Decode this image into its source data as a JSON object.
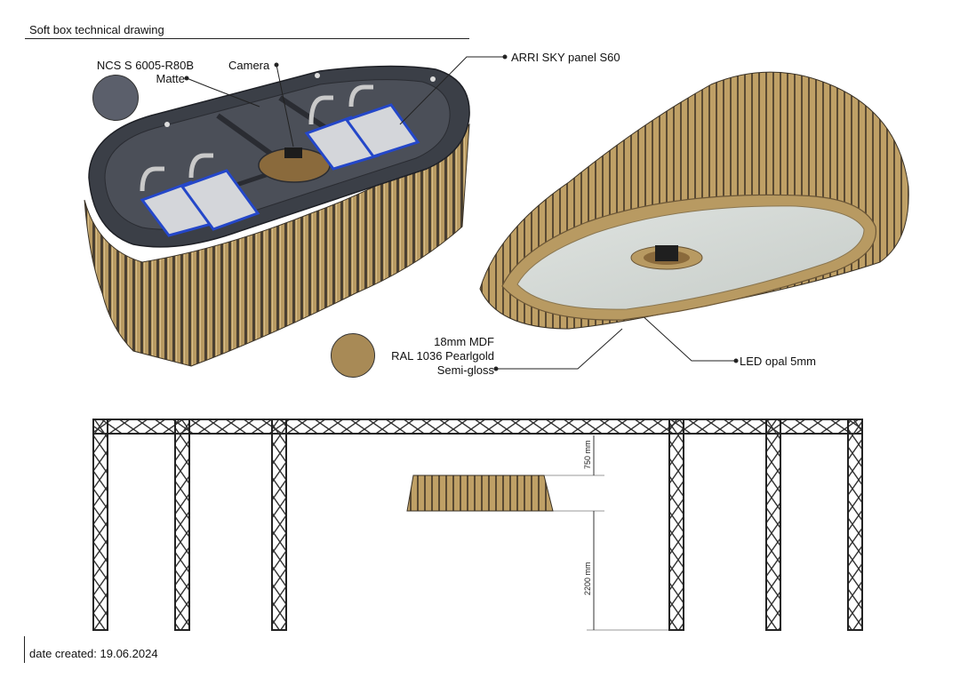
{
  "header": {
    "title": "Soft box technical drawing"
  },
  "footer": {
    "date_created": "date created: 19.06.2024"
  },
  "callouts": {
    "ncs_code": "NCS S 6005-R80B",
    "ncs_finish": "Matte",
    "camera": "Camera",
    "arri": "ARRI SKY panel S60",
    "mdf_thickness": "18mm MDF",
    "mdf_color": "RAL 1036 Pearlgold",
    "mdf_finish": "Semi-gloss",
    "led": "LED opal 5mm"
  },
  "dimensions": {
    "top_gap": "750 mm",
    "height": "2200 mm"
  },
  "swatches": {
    "ncs_color": "#5b5f6b",
    "pearlgold_color": "#a88a56"
  },
  "icons": [
    "softbox-top-view",
    "softbox-bottom-view",
    "truss-elevation",
    "color-swatch"
  ]
}
